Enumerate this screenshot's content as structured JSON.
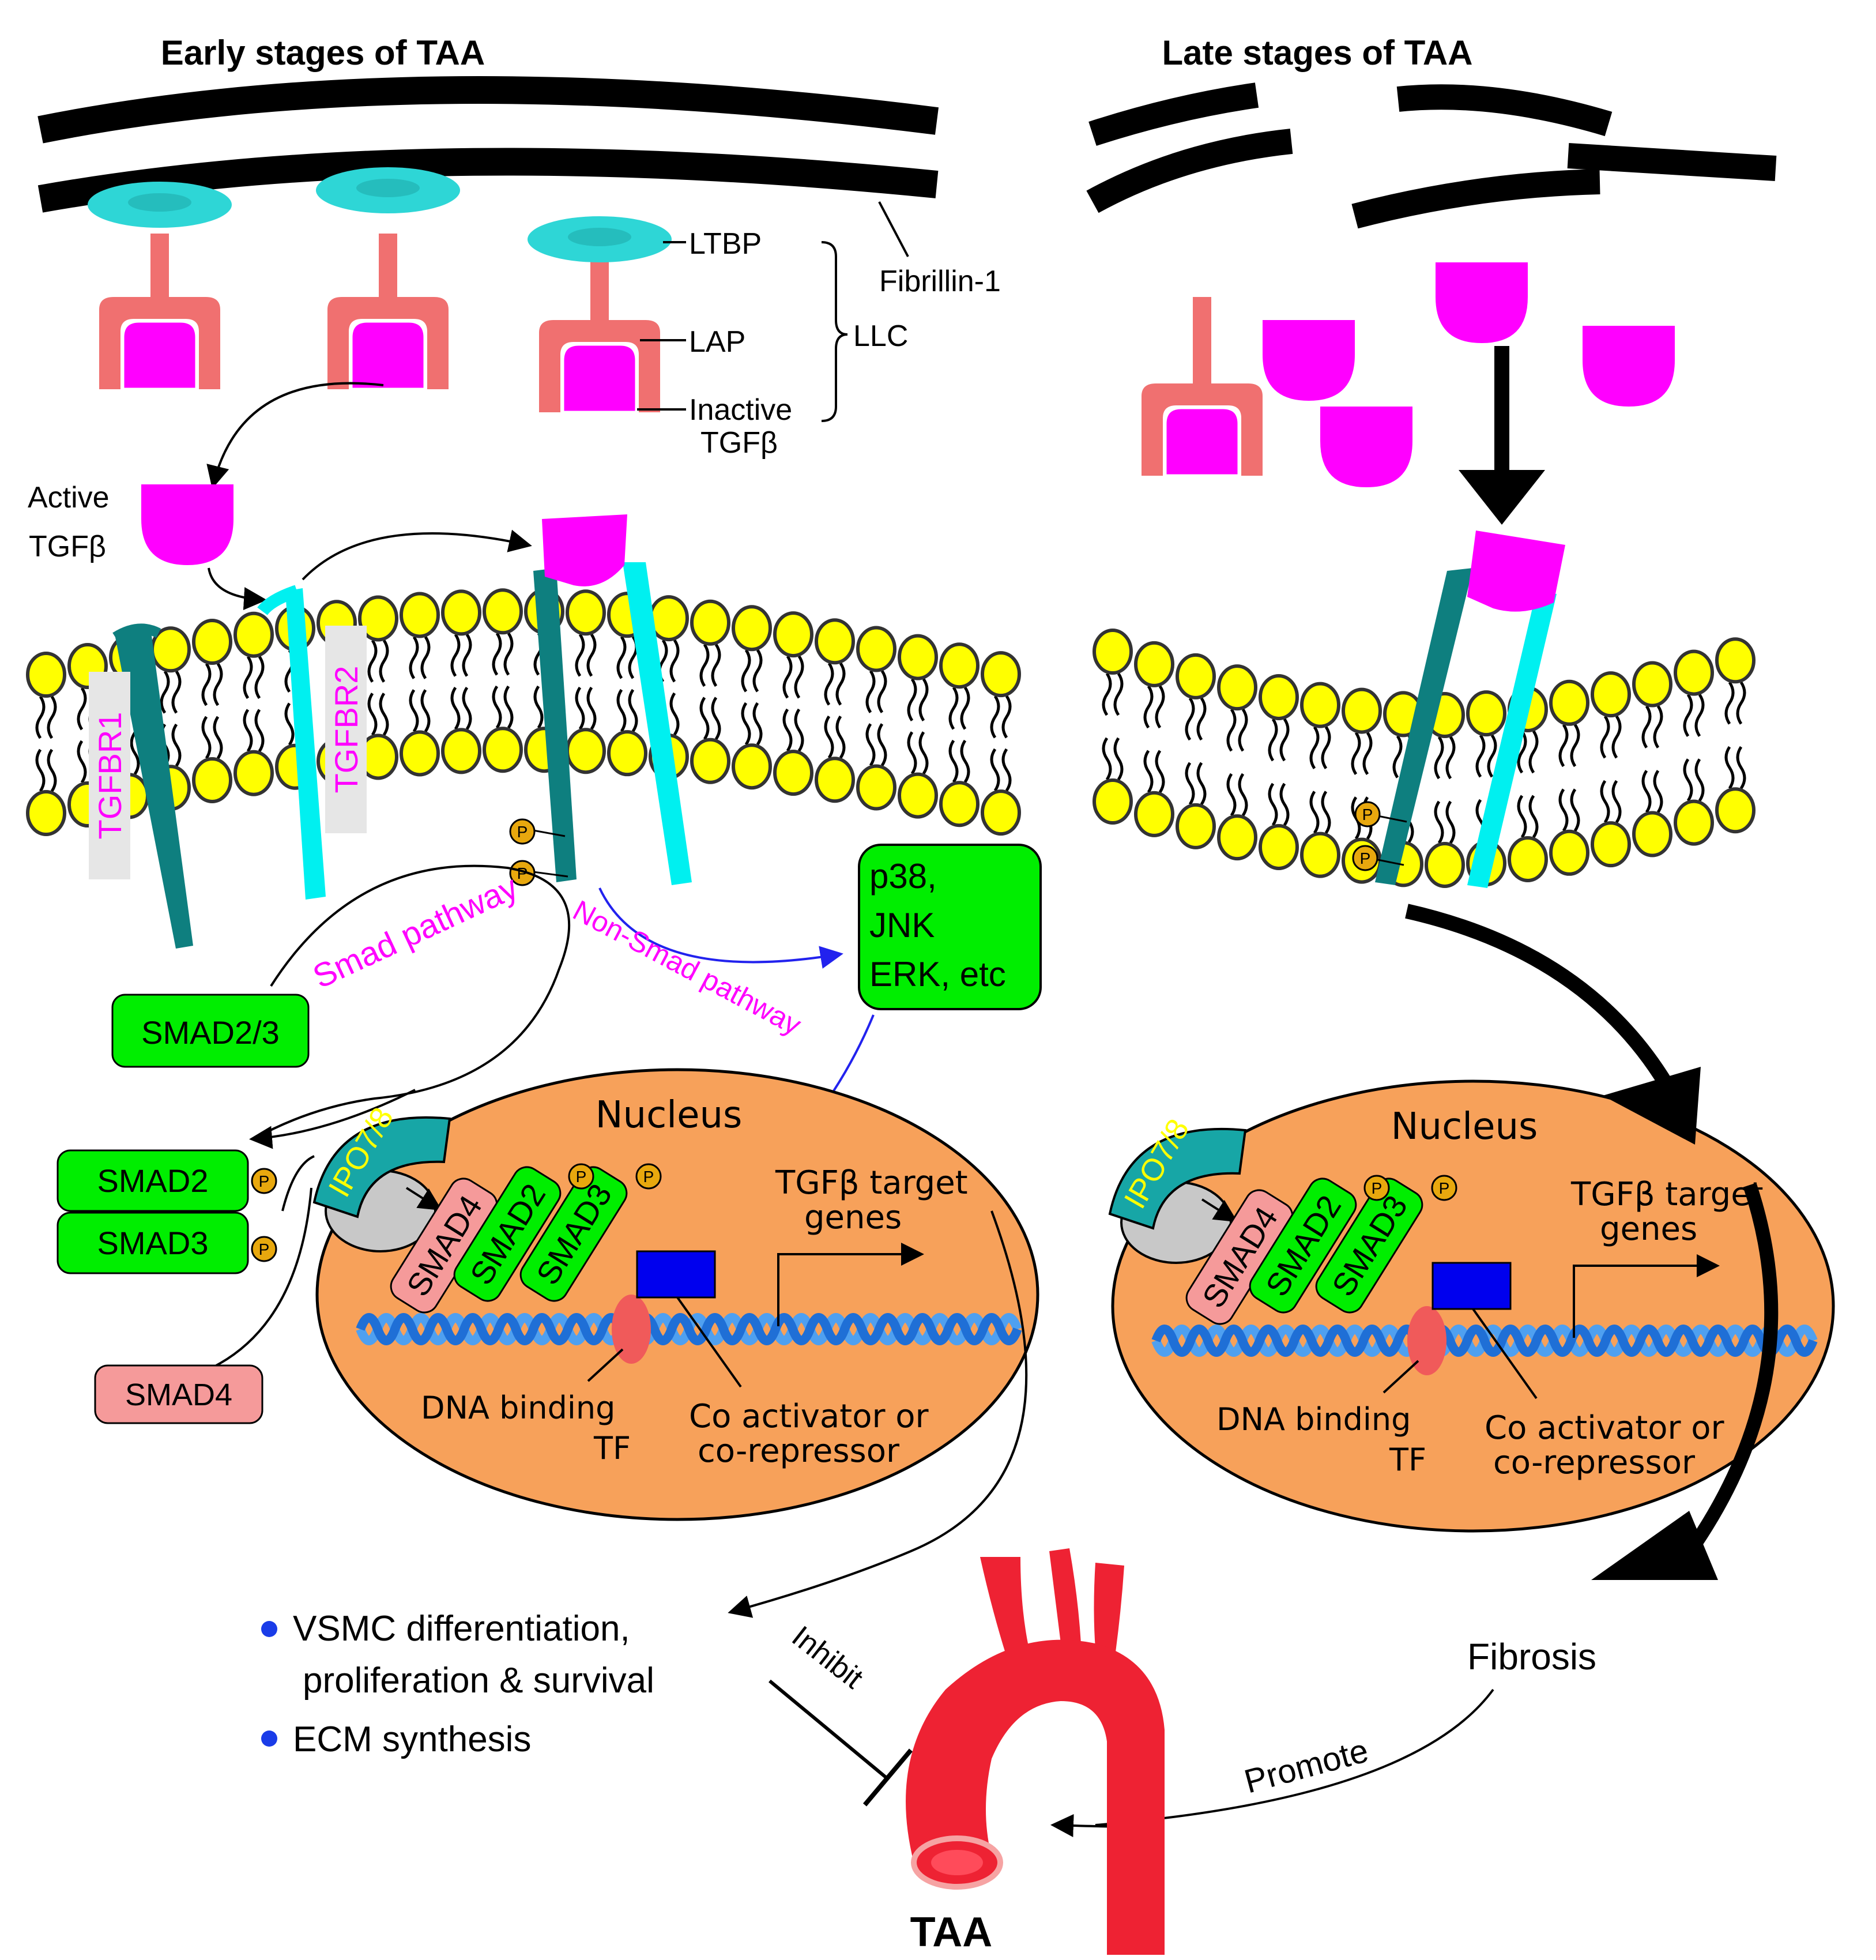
{
  "headings": {
    "early": "Early stages of TAA",
    "late": "Late stages of TAA"
  },
  "labels": {
    "ltbp": "LTBP",
    "lap": "LAP",
    "llc": "LLC",
    "fibrillin": "Fibrillin-1",
    "inactive_1": "Inactive",
    "inactive_2": "TGFβ",
    "active_1": "Active",
    "active_2": "TGFβ",
    "tgfbr1": "TGFBR1",
    "tgfbr2": "TGFBR2",
    "smad_pathway": "Smad pathway",
    "non_smad_pathway": "Non-Smad pathway",
    "kinases": [
      "p38,",
      "JNK",
      "ERK, etc"
    ],
    "smad23": "SMAD2/3",
    "smad2": "SMAD2",
    "smad3": "SMAD3",
    "smad4": "SMAD4",
    "ipo": "IPO7/8",
    "p": "P",
    "nucleus": "Nucleus",
    "target_1": "TGFβ target",
    "target_2": "genes",
    "tf_1": "DNA binding",
    "tf_2": "TF",
    "coact_1": "Co activator or",
    "coact_2": "co-repressor",
    "bullets": [
      "VSMC differentiation,",
      "proliferation & survival",
      "ECM synthesis"
    ],
    "inhibit": "Inhibit",
    "promote": "Promote",
    "fibrosis": "Fibrosis",
    "taa": "TAA"
  },
  "colors": {
    "fibrillin": "#000000",
    "ltbp": "#2ed6d6",
    "lap": "#f07070",
    "tgfb": "#ff00ff",
    "receptor1": "#0e7f7f",
    "receptor2": "#00f0f0",
    "lipid_head": "#ffff00",
    "smad_green": "#00ee00",
    "smad4": "#f59a9a",
    "nucleus": "#f7a15a",
    "dna": "#1f6fd6",
    "coactivator": "#0000ee",
    "phosphate": "#e8a80e",
    "aorta": "#ee2233",
    "bullet": "#1a3ce8",
    "non_smad_arrow": "#2222ee"
  }
}
